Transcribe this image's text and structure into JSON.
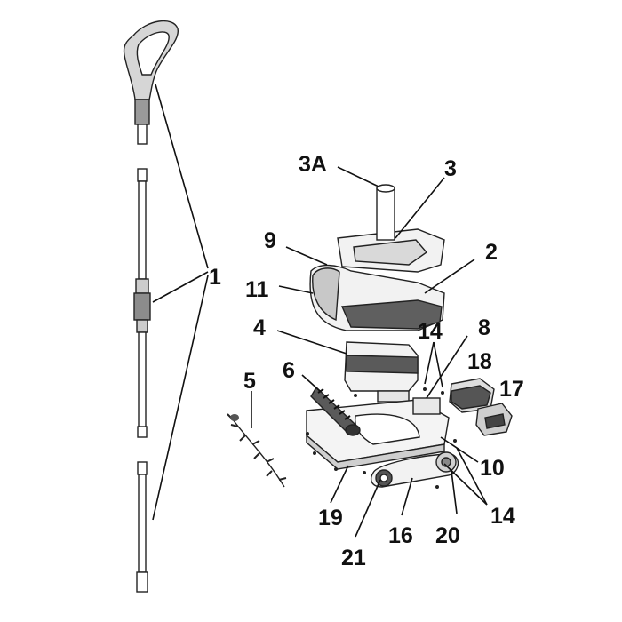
{
  "labels": {
    "p1": "1",
    "p2": "2",
    "p3": "3",
    "p3a": "3A",
    "p4": "4",
    "p5": "5",
    "p6": "6",
    "p8": "8",
    "p9": "9",
    "p10": "10",
    "p11": "11",
    "p14a": "14",
    "p14b": "14",
    "p16": "16",
    "p17": "17",
    "p18": "18",
    "p19": "19",
    "p20": "20",
    "p21": "21"
  },
  "colors": {
    "line": "#222222",
    "light_fill": "#f2f2f2",
    "mid_fill": "#cfcfcf",
    "dark_fill": "#6e6e6e"
  }
}
